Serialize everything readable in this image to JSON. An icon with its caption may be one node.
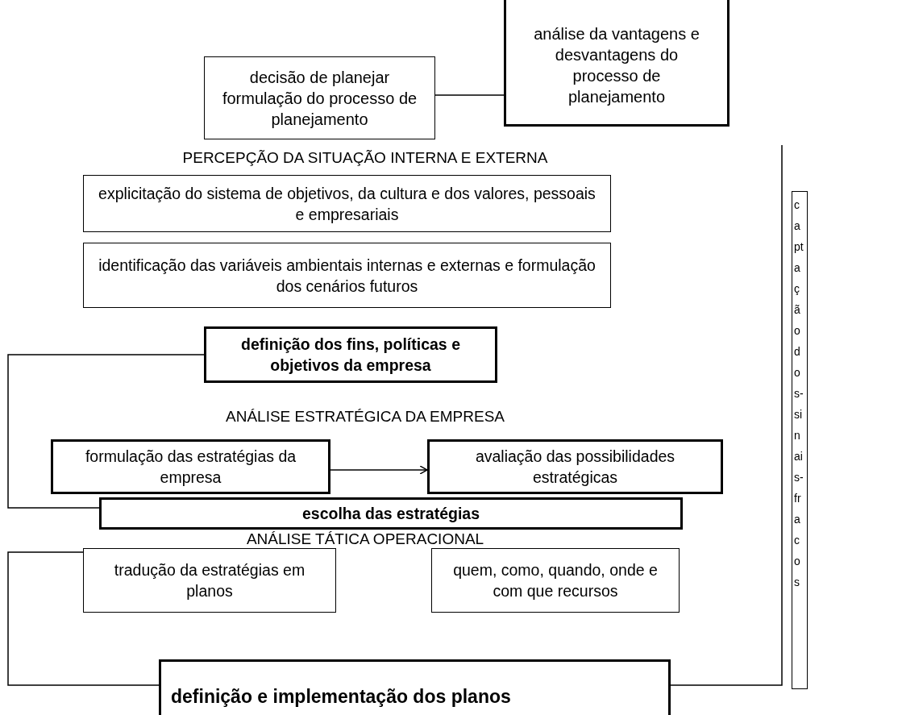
{
  "diagram": {
    "nodes": [
      {
        "text": [
          "decisão de planejar formulação do processo de planejamento"
        ]
      },
      {
        "text": [
          "análise da vantagens e desvantagens do processo de planejamento"
        ]
      },
      {
        "text": [
          "explicitação do sistema de objetivos, da cultura e dos valores, pessoais e empresariais"
        ]
      },
      {
        "text": [
          "identificação das variáveis ambientais internas e externas e formulação dos cenários futuros"
        ]
      },
      {
        "text": [
          "definição dos fins, políticas e objetivos da empresa"
        ]
      },
      {
        "text": [
          "formulação das estratégias da empresa"
        ]
      },
      {
        "text": [
          "avaliação das possibilidades estratégicas"
        ]
      },
      {
        "text": [
          "escolha das estratégias"
        ]
      },
      {
        "text": [
          "tradução da estratégias em planos"
        ]
      },
      {
        "text": [
          "quem, como, quando, onde e com que recursos"
        ]
      },
      {
        "text": [
          "definição e implementação dos planos"
        ]
      },
      {
        "text": [
          "captaçãodos-sinais-fracos"
        ]
      }
    ],
    "edges": [
      {
        "from": 0,
        "to": 1,
        "arrow": "none"
      },
      {
        "from": 5,
        "to": 6,
        "arrow": "to"
      },
      {
        "from": 4,
        "to": 7,
        "arrow": "none"
      },
      {
        "from": 8,
        "to": 10,
        "arrow": "none"
      },
      {
        "from": 10,
        "to": null,
        "arrow": "none"
      }
    ],
    "labels": [
      "PERCEPÇÃO DA SITUAÇÃO INTERNA E EXTERNA",
      "ANÁLISE ESTRATÉGICA DA EMPRESA",
      "ANÁLISE TÁTICA OPERACIONAL"
    ]
  }
}
